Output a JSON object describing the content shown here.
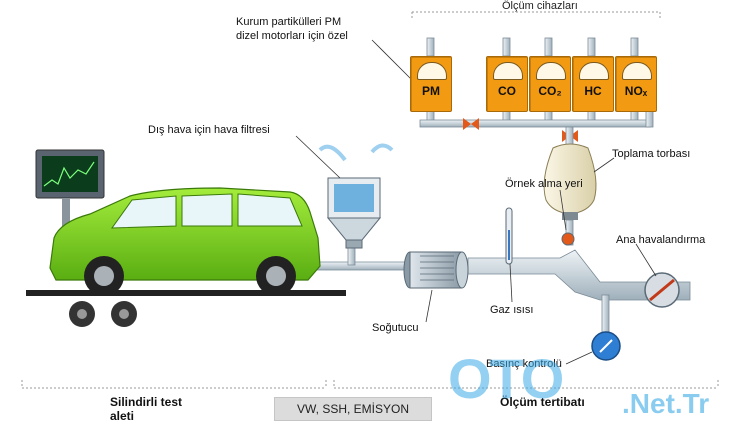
{
  "labels": {
    "measurement_devices": "Ölçüm cihazları",
    "pm_note_line1": "Kurum partikülleri PM",
    "pm_note_line2": "dizel motorları için özel",
    "air_filter": "Dış hava için hava filtresi",
    "sampling_bag": "Toplama torbası",
    "sampling_point": "Örnek alma yeri",
    "main_vent": "Ana havalandırma",
    "gas_temperature": "Gaz ısısı",
    "cooler": "Soğutucu",
    "pressure_control": "Basınç kontrolü",
    "dyno_line1": "Silindirli test",
    "dyno_line2": "aleti",
    "measurement_setup": "Ölçüm tertibatı",
    "badge": "VW, SSH, EMİSYON"
  },
  "gauges": [
    {
      "label": "PM"
    },
    {
      "label": "CO"
    },
    {
      "label": "CO₂"
    },
    {
      "label": "HC"
    },
    {
      "label": "NOₓ"
    }
  ],
  "watermark": {
    "brand": "OTO",
    "suffix": ".Net.Tr"
  },
  "colors": {
    "car": "#7ed321",
    "gauge": "#f29a12",
    "pipe": "#c9d6df",
    "filter": "#6fb1de"
  }
}
